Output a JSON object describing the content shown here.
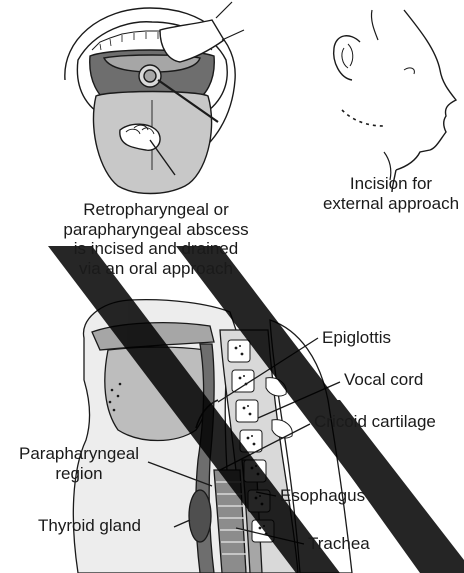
{
  "captions": {
    "oral_approach": [
      "Retropharyngeal or",
      "parapharyngeal abscess",
      "is incised and drained",
      "via an oral approach"
    ],
    "external_approach": [
      "Incision for",
      "external approach"
    ]
  },
  "labels": {
    "epiglottis": "Epiglottis",
    "vocal_cord": "Vocal cord",
    "cricoid_cartilage": "Cricoid cartilage",
    "parapharyngeal_region": [
      "Parapharyngeal",
      "region"
    ],
    "esophagus": "Esophagus",
    "thyroid_gland": "Thyroid gland",
    "trachea": "Trachea"
  },
  "colors": {
    "line": "#1a1a1a",
    "tissue_light": "#d9d9d9",
    "tissue_mid": "#a6a6a6",
    "tissue_dark": "#6e6e6e",
    "watermark": "#000000"
  }
}
